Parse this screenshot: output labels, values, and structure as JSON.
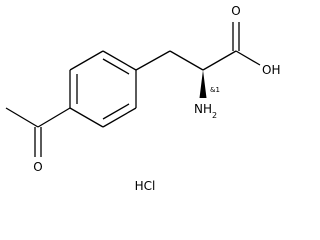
{
  "molecule": {
    "atoms": {
      "oxygen_carbonyl": "O",
      "hydroxyl": "OH",
      "amine_main": "NH",
      "amine_subscript": "2",
      "stereo_label": "&1"
    },
    "salt": "HCl"
  }
}
